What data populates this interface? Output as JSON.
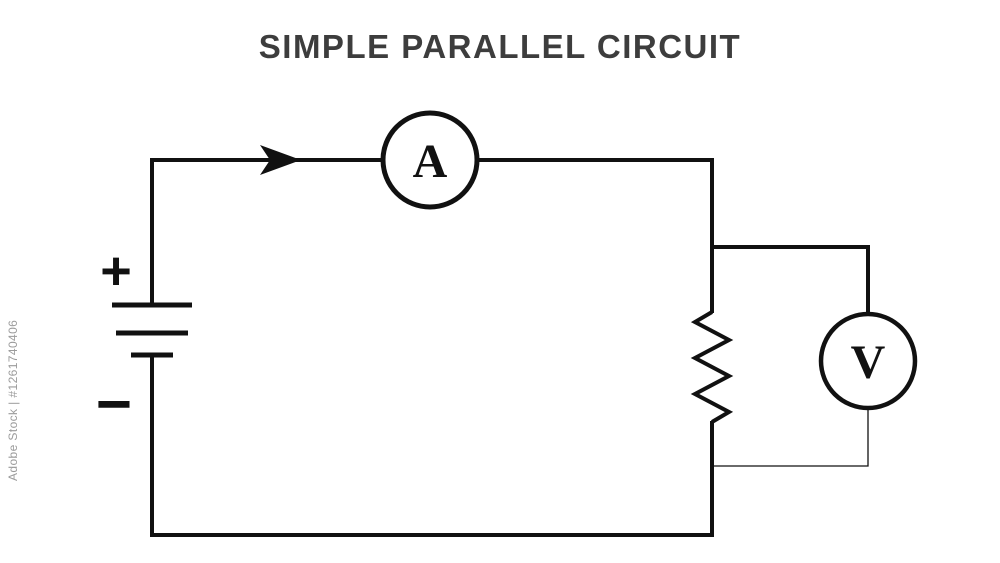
{
  "title": "SIMPLE PARALLEL CIRCUIT",
  "watermark": "Adobe Stock | #1261740406",
  "meters": {
    "ammeter_label": "A",
    "voltmeter_label": "V"
  },
  "battery": {
    "positive_label": "+",
    "negative_label": "−"
  },
  "colors": {
    "line": "#111111",
    "title_text": "#3d3d3d",
    "watermark_text": "#9b9b9b",
    "background": "#ffffff"
  }
}
